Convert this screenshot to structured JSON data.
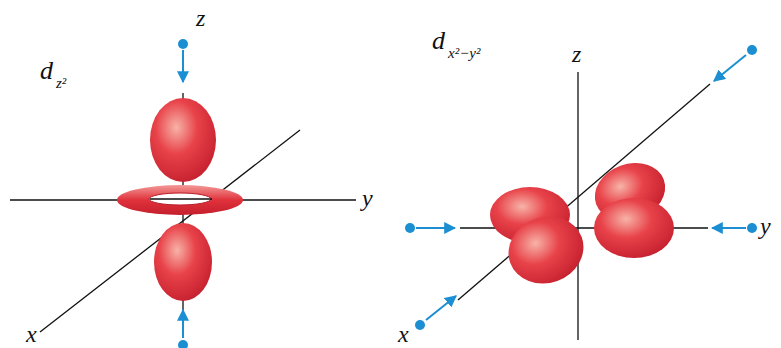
{
  "diagram": {
    "labels": [
      "d",
      "z²",
      "z",
      "y",
      "x",
      "d",
      "x²−y²",
      "z",
      "y",
      "x"
    ]
  }
}
